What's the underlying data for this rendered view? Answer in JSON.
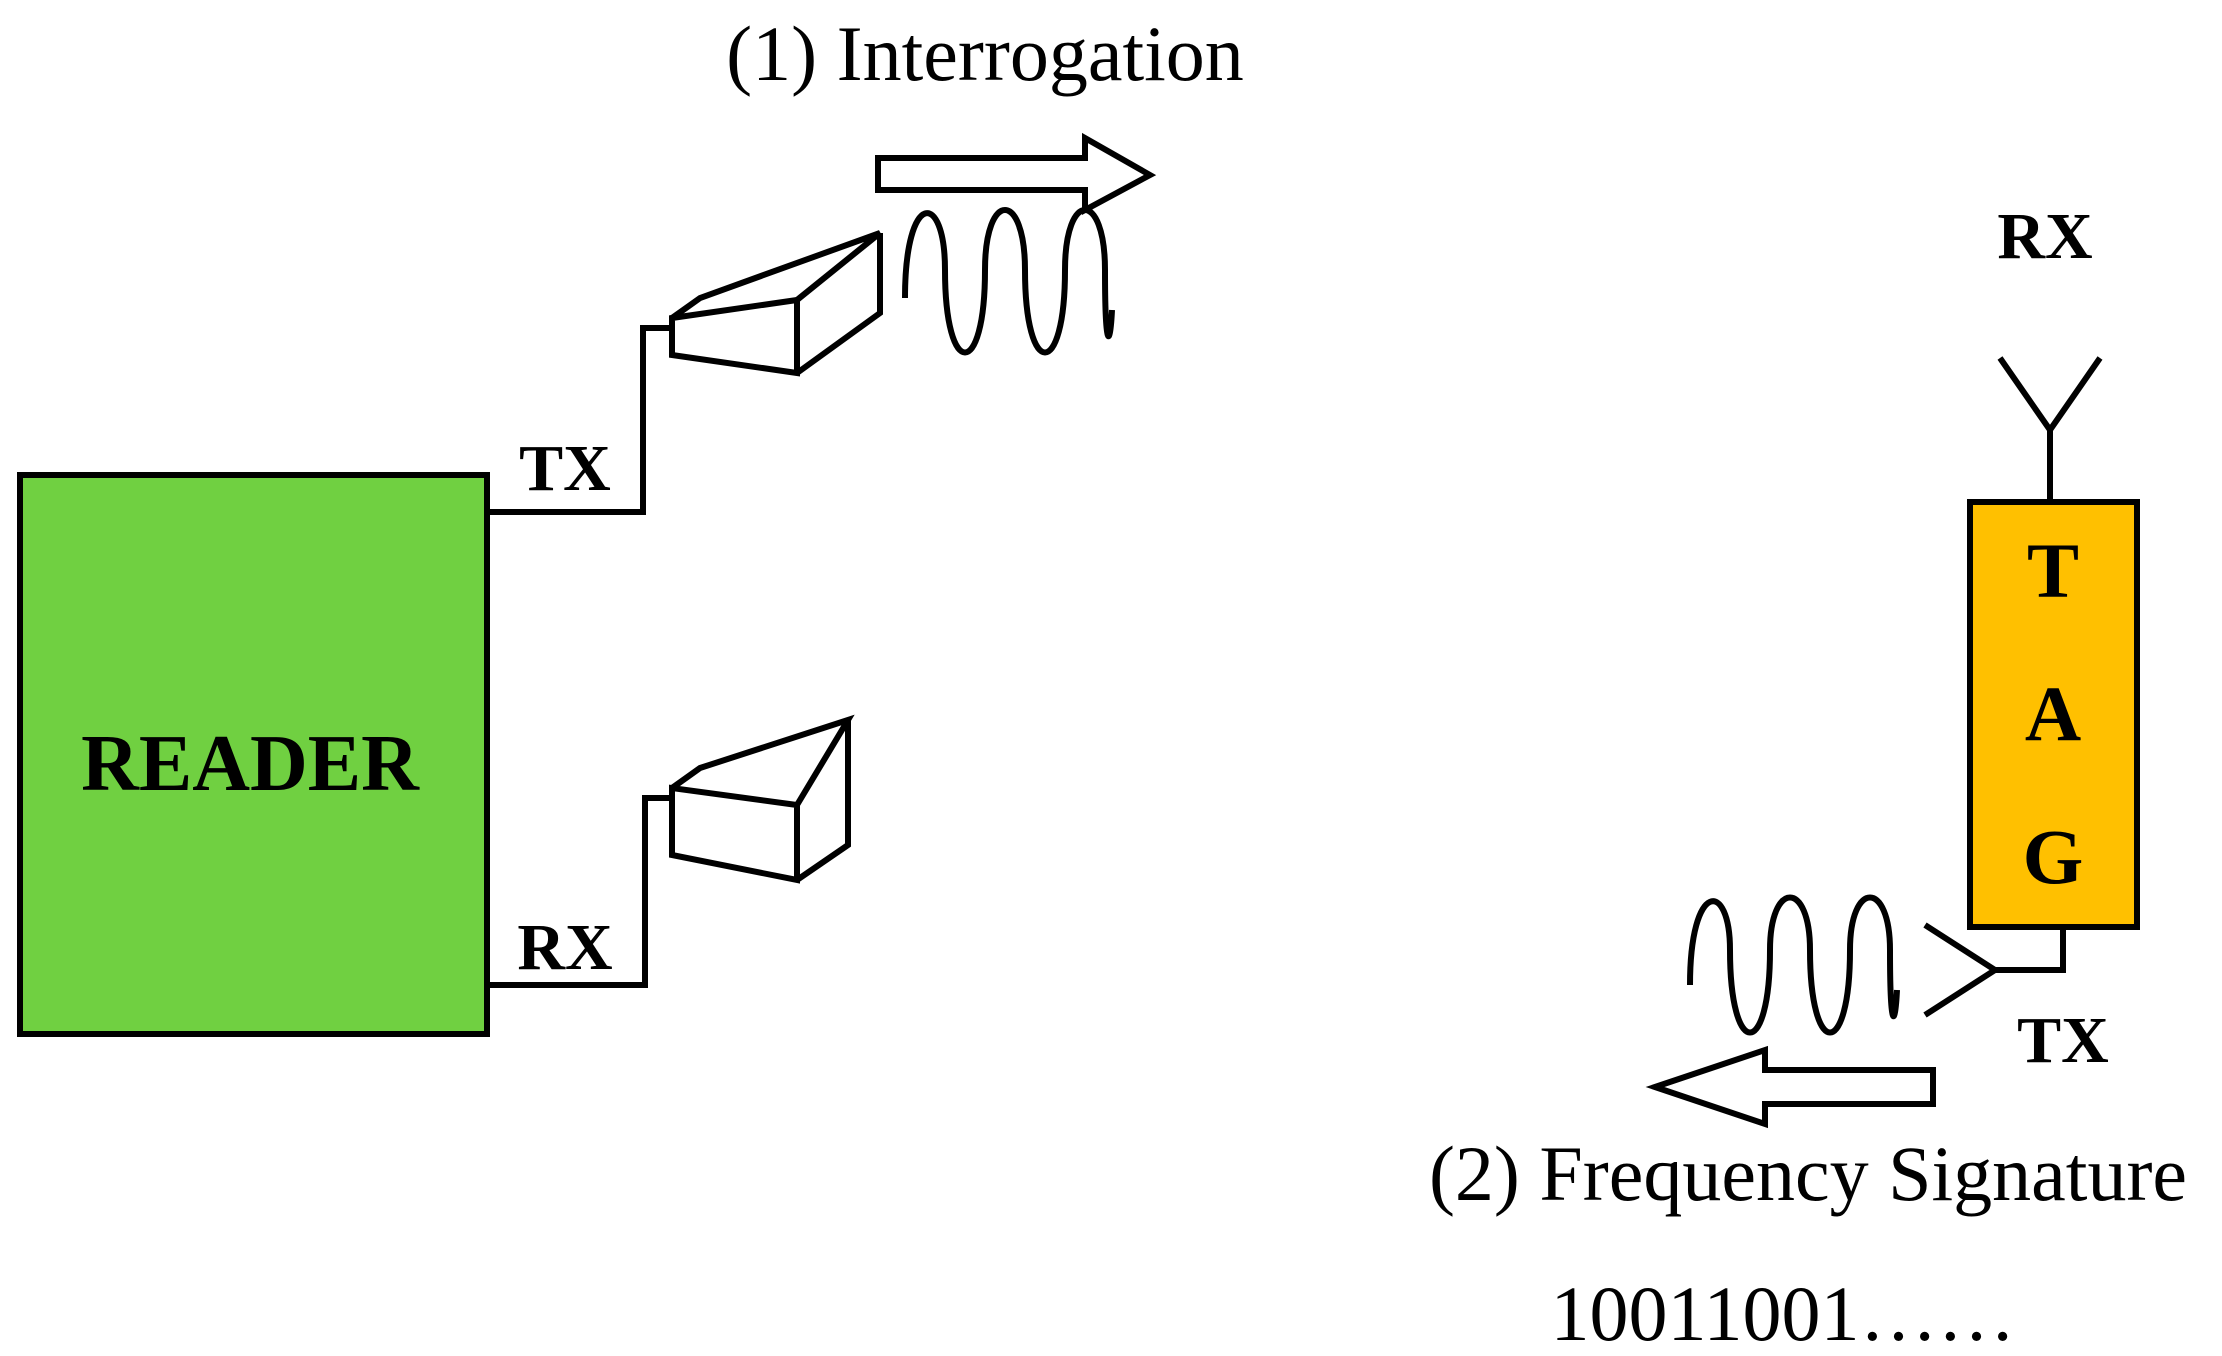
{
  "colors": {
    "reader_fill": "#70D041",
    "tag_fill": "#FFC000",
    "line": "#000000"
  },
  "reader": {
    "label": "READER",
    "tx_label": "TX",
    "rx_label": "RX"
  },
  "tag": {
    "letters": [
      "T",
      "A",
      "G"
    ],
    "rx_label": "RX",
    "tx_label": "TX"
  },
  "steps": {
    "interrogation": "(1) Interrogation",
    "signature": "(2) Frequency Signature",
    "bits": "10011001……"
  },
  "icons": {
    "reader_tx_antenna": "horn-antenna-icon",
    "reader_rx_antenna": "horn-antenna-icon",
    "tag_rx_antenna": "dipole-antenna-icon",
    "tag_tx_antenna": "dipole-antenna-icon",
    "waves": "sine-wave-icon",
    "arrows": "block-arrow-icon"
  }
}
